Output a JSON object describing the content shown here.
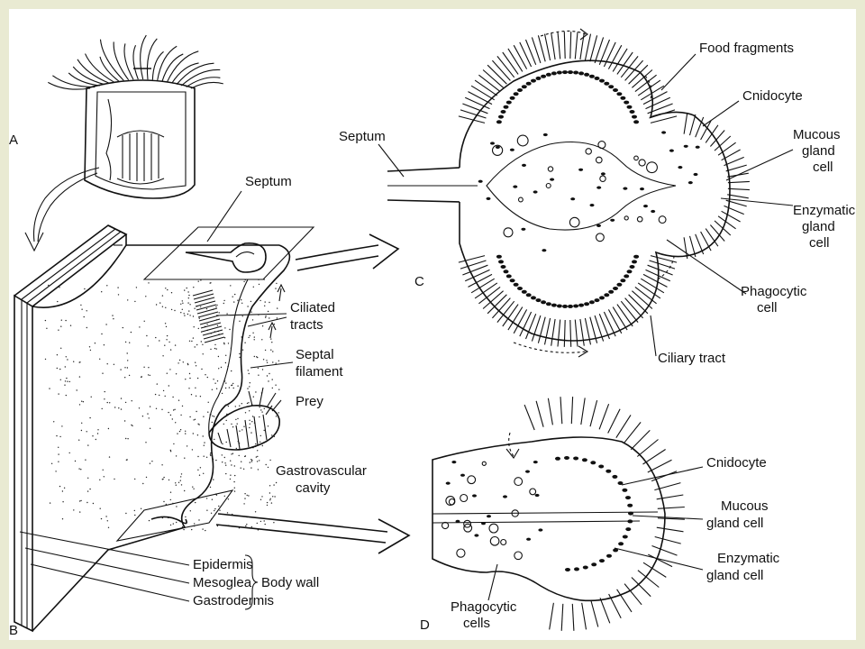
{
  "panels": {
    "a": "A",
    "b": "B",
    "c": "C",
    "d": "D"
  },
  "labels_b": {
    "septum": "Septum",
    "ciliated": "Ciliated",
    "tracts": "tracts",
    "septal": "Septal",
    "filament": "filament",
    "prey": "Prey",
    "gastrovascular": "Gastrovascular",
    "cavity": "cavity",
    "epidermis": "Epidermis",
    "mesoglea": "Mesoglea",
    "gastrodermis": "Gastrodermis",
    "body_wall": "Body wall"
  },
  "labels_c": {
    "food_fragments": "Food fragments",
    "cnidocyte": "Cnidocyte",
    "mucous_1": "Mucous",
    "mucous_2": "gland",
    "mucous_3": "cell",
    "septum": "Septum",
    "enzymatic_1": "Enzymatic",
    "enzymatic_2": "gland",
    "enzymatic_3": "cell",
    "phagocytic_1": "Phagocytic",
    "phagocytic_2": "cell",
    "ciliary_tract": "Ciliary tract"
  },
  "labels_d": {
    "cnidocyte": "Cnidocyte",
    "mucous_1": "Mucous",
    "mucous_2": "gland cell",
    "enzymatic_1": "Enzymatic",
    "enzymatic_2": "gland cell",
    "phagocytic_1": "Phagocytic",
    "phagocytic_2": "cells"
  }
}
